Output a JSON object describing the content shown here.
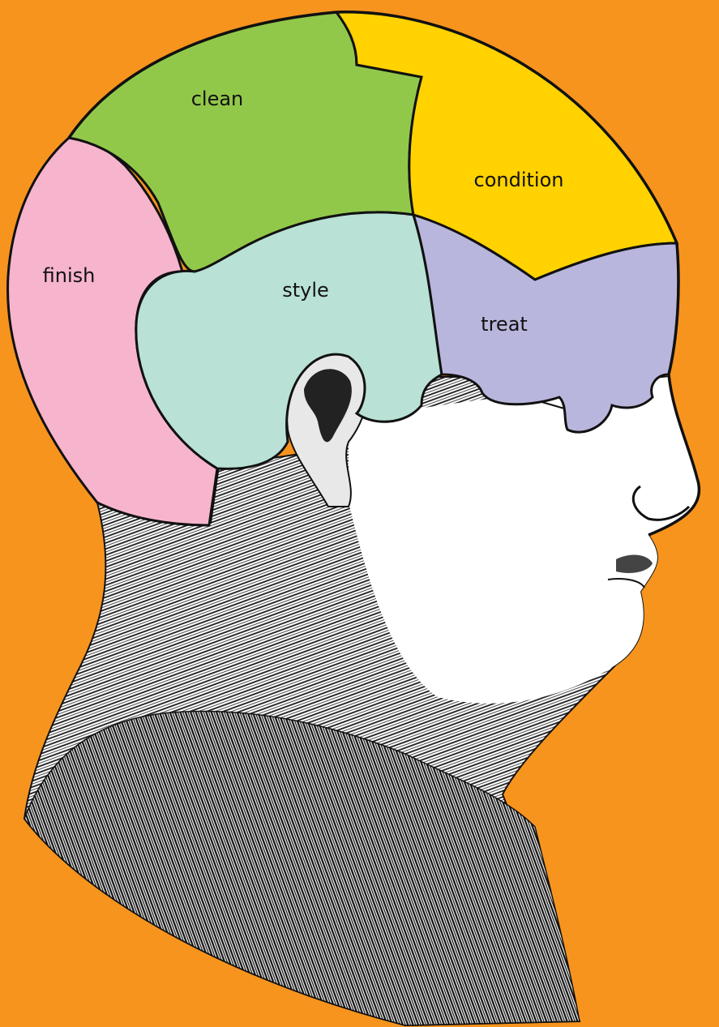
{
  "background_color": "#F7941E",
  "regions": [
    {
      "key": "clean",
      "label": "clean",
      "color": "#92C84A"
    },
    {
      "key": "condition",
      "label": "condition",
      "color": "#FFD200"
    },
    {
      "key": "finish",
      "label": "finish",
      "color": "#F7B4CD"
    },
    {
      "key": "style",
      "label": "style",
      "color": "#B9E1D6"
    },
    {
      "key": "treat",
      "label": "treat",
      "color": "#B9B6DD"
    }
  ]
}
